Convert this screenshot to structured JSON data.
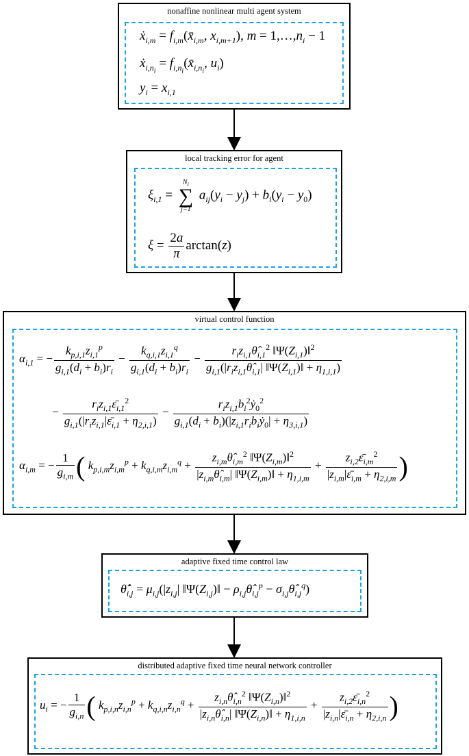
{
  "diagram": {
    "box1": {
      "title": "nonaffine nonlinear multi agent system"
    },
    "box2": {
      "title": "local tracking error for agent"
    },
    "box3": {
      "title": "virtual control function"
    },
    "box4": {
      "title": "adaptive fixed time control law"
    },
    "box5": {
      "title": "distributed adaptive fixed time neural network controller"
    },
    "colors": {
      "dash": "#1aa3e3",
      "border": "#000000",
      "arrow": "#000000"
    }
  }
}
